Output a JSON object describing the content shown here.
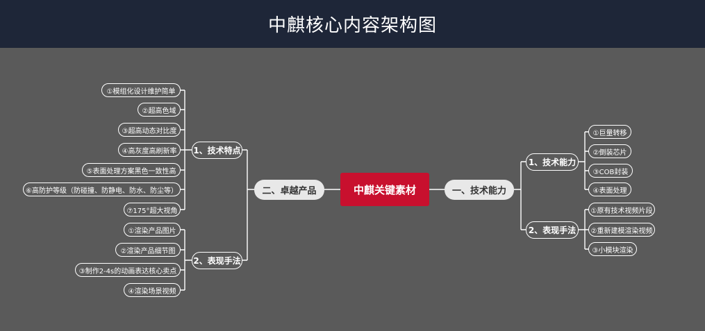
{
  "header": {
    "title": "中麒核心内容架构图"
  },
  "mindmap": {
    "root": "中麒关键素材",
    "right_branch": {
      "label": "一、技术能力",
      "groups": [
        {
          "label": "1、技术能力",
          "items": [
            "①巨量转移",
            "②倒装芯片",
            "③COB封装",
            "④表面处理"
          ]
        },
        {
          "label": "2、表现手法",
          "items": [
            "①原有技术视频片段",
            "②重新建模渲染视频",
            "③小模块渲染"
          ]
        }
      ]
    },
    "left_branch": {
      "label": "二、卓越产品",
      "groups": [
        {
          "label": "1、技术特点",
          "items": [
            "①模组化设计维护简单",
            "②超高色域",
            "③超高动态对比度",
            "④高灰度高刷新率",
            "⑤表面处理方案黑色一致性高",
            "⑥高防护等级（防碰撞、防静电、防水、防尘等）",
            "⑦175°超大视角"
          ]
        },
        {
          "label": "2、表现手法",
          "items": [
            "①渲染产品图片",
            "②渲染产品细节图",
            "③制作2-4s的动画表达核心卖点",
            "④渲染场景视频"
          ]
        }
      ]
    }
  }
}
